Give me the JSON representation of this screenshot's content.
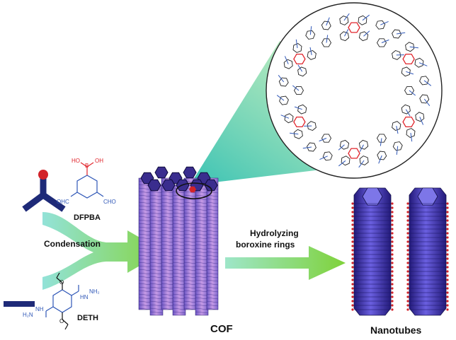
{
  "labels": {
    "dfpba": "DFPBA",
    "deth": "DETH",
    "condensation": "Condensation",
    "hydrolyzing_line1": "Hydrolyzing",
    "hydrolyzing_line2": "boroxine rings",
    "cof": "COF",
    "nanotubes": "Nanotubes"
  },
  "chem_labels": {
    "oh": "OH",
    "ho": "HO",
    "b": "B",
    "ohc": "OHC",
    "cho": "CHO",
    "h2n": "H₂N",
    "nh": "NH",
    "hn": "HN",
    "nh2": "NH₂",
    "o": "O"
  },
  "colors": {
    "linker_navy": "#1e2a78",
    "node_red": "#d2232a",
    "chem_blue": "#2f57b7",
    "chem_red": "#e0242b",
    "arrow_green": "#7fd23a",
    "arrow_teal": "#8de1d6",
    "cof_purple": "#b07fd8",
    "cof_dark": "#2a1a6e",
    "tube_blue": "#4a3fc0",
    "cone_teal": "#30c7b5"
  }
}
